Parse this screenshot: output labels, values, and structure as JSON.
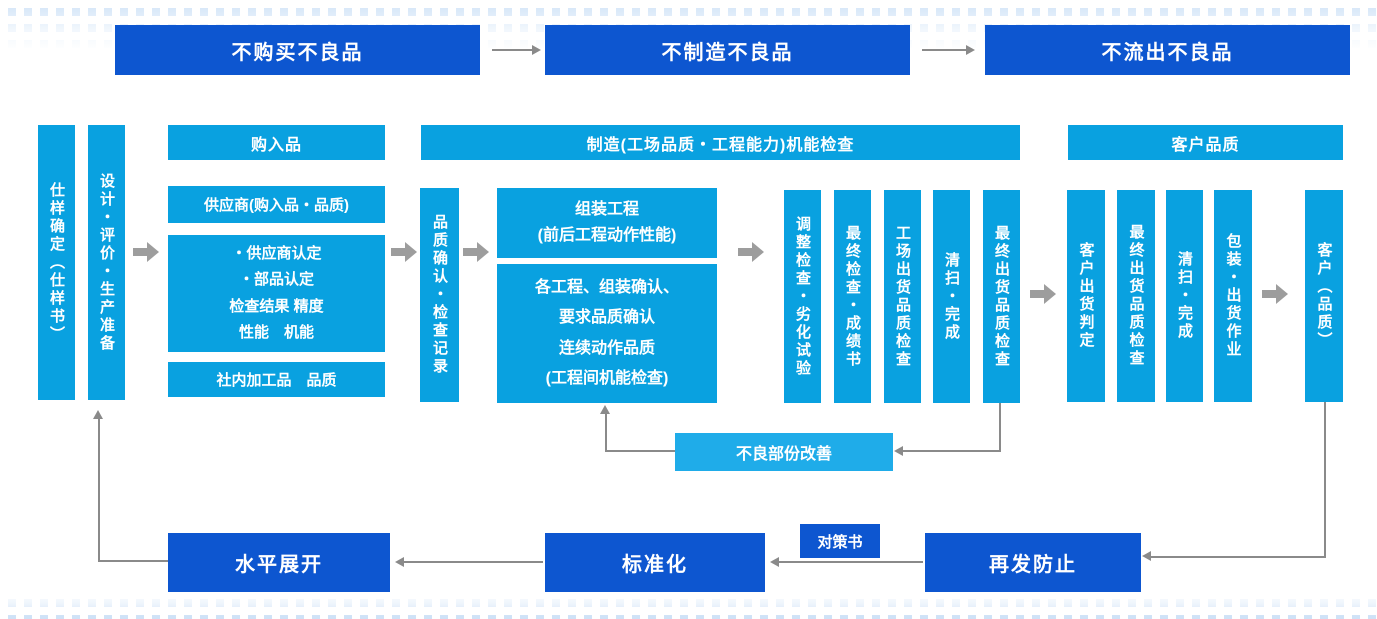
{
  "colors": {
    "dark_blue": "#0d56d0",
    "light_blue": "#09a1e0",
    "improve_blue": "#1face9",
    "arrow_gray": "#8a8a8a",
    "pattern_blue": "#d5e6f8"
  },
  "top_flow": {
    "step1": "不购买不良品",
    "step2": "不制造不良品",
    "step3": "不流出不良品"
  },
  "pre_production": {
    "col_spec": "仕样确定（仕样书）",
    "col_design": "设计・评价・生产准备"
  },
  "purchased": {
    "header": "购入品",
    "supplier": "供应商(购入品・品质)",
    "cert_lines": [
      "・供应商认定",
      "・部品认定",
      "检查结果 精度",
      "性能　机能"
    ],
    "inhouse": "社内加工品　品质"
  },
  "quality_confirm": {
    "label": "品质确认・检查记录"
  },
  "manufacturing": {
    "header": "制造(工场品质・工程能力)机能检查",
    "assembly_line1": "组装工程",
    "assembly_line2": "(前后工程动作性能)",
    "process_lines": [
      "各工程、组装确认、",
      "要求品质确认",
      "连续动作品质",
      "(工程间机能检查)"
    ],
    "columns": [
      "调整检查・劣化试验",
      "最终检查・成绩书",
      "工场出货品质检查",
      "清扫・完成",
      "最终出货品质检查"
    ]
  },
  "customer": {
    "header": "客户品质",
    "columns": [
      "客户出货判定",
      "最终出货品质检查",
      "清扫・完成",
      "包装・出货作业"
    ],
    "final": "客户（品质）"
  },
  "improvement": {
    "label": "不良部份改善"
  },
  "bottom_flow": {
    "horizontal": "水平展开",
    "standard": "标准化",
    "countermeasure": "对策书",
    "prevention": "再发防止"
  }
}
